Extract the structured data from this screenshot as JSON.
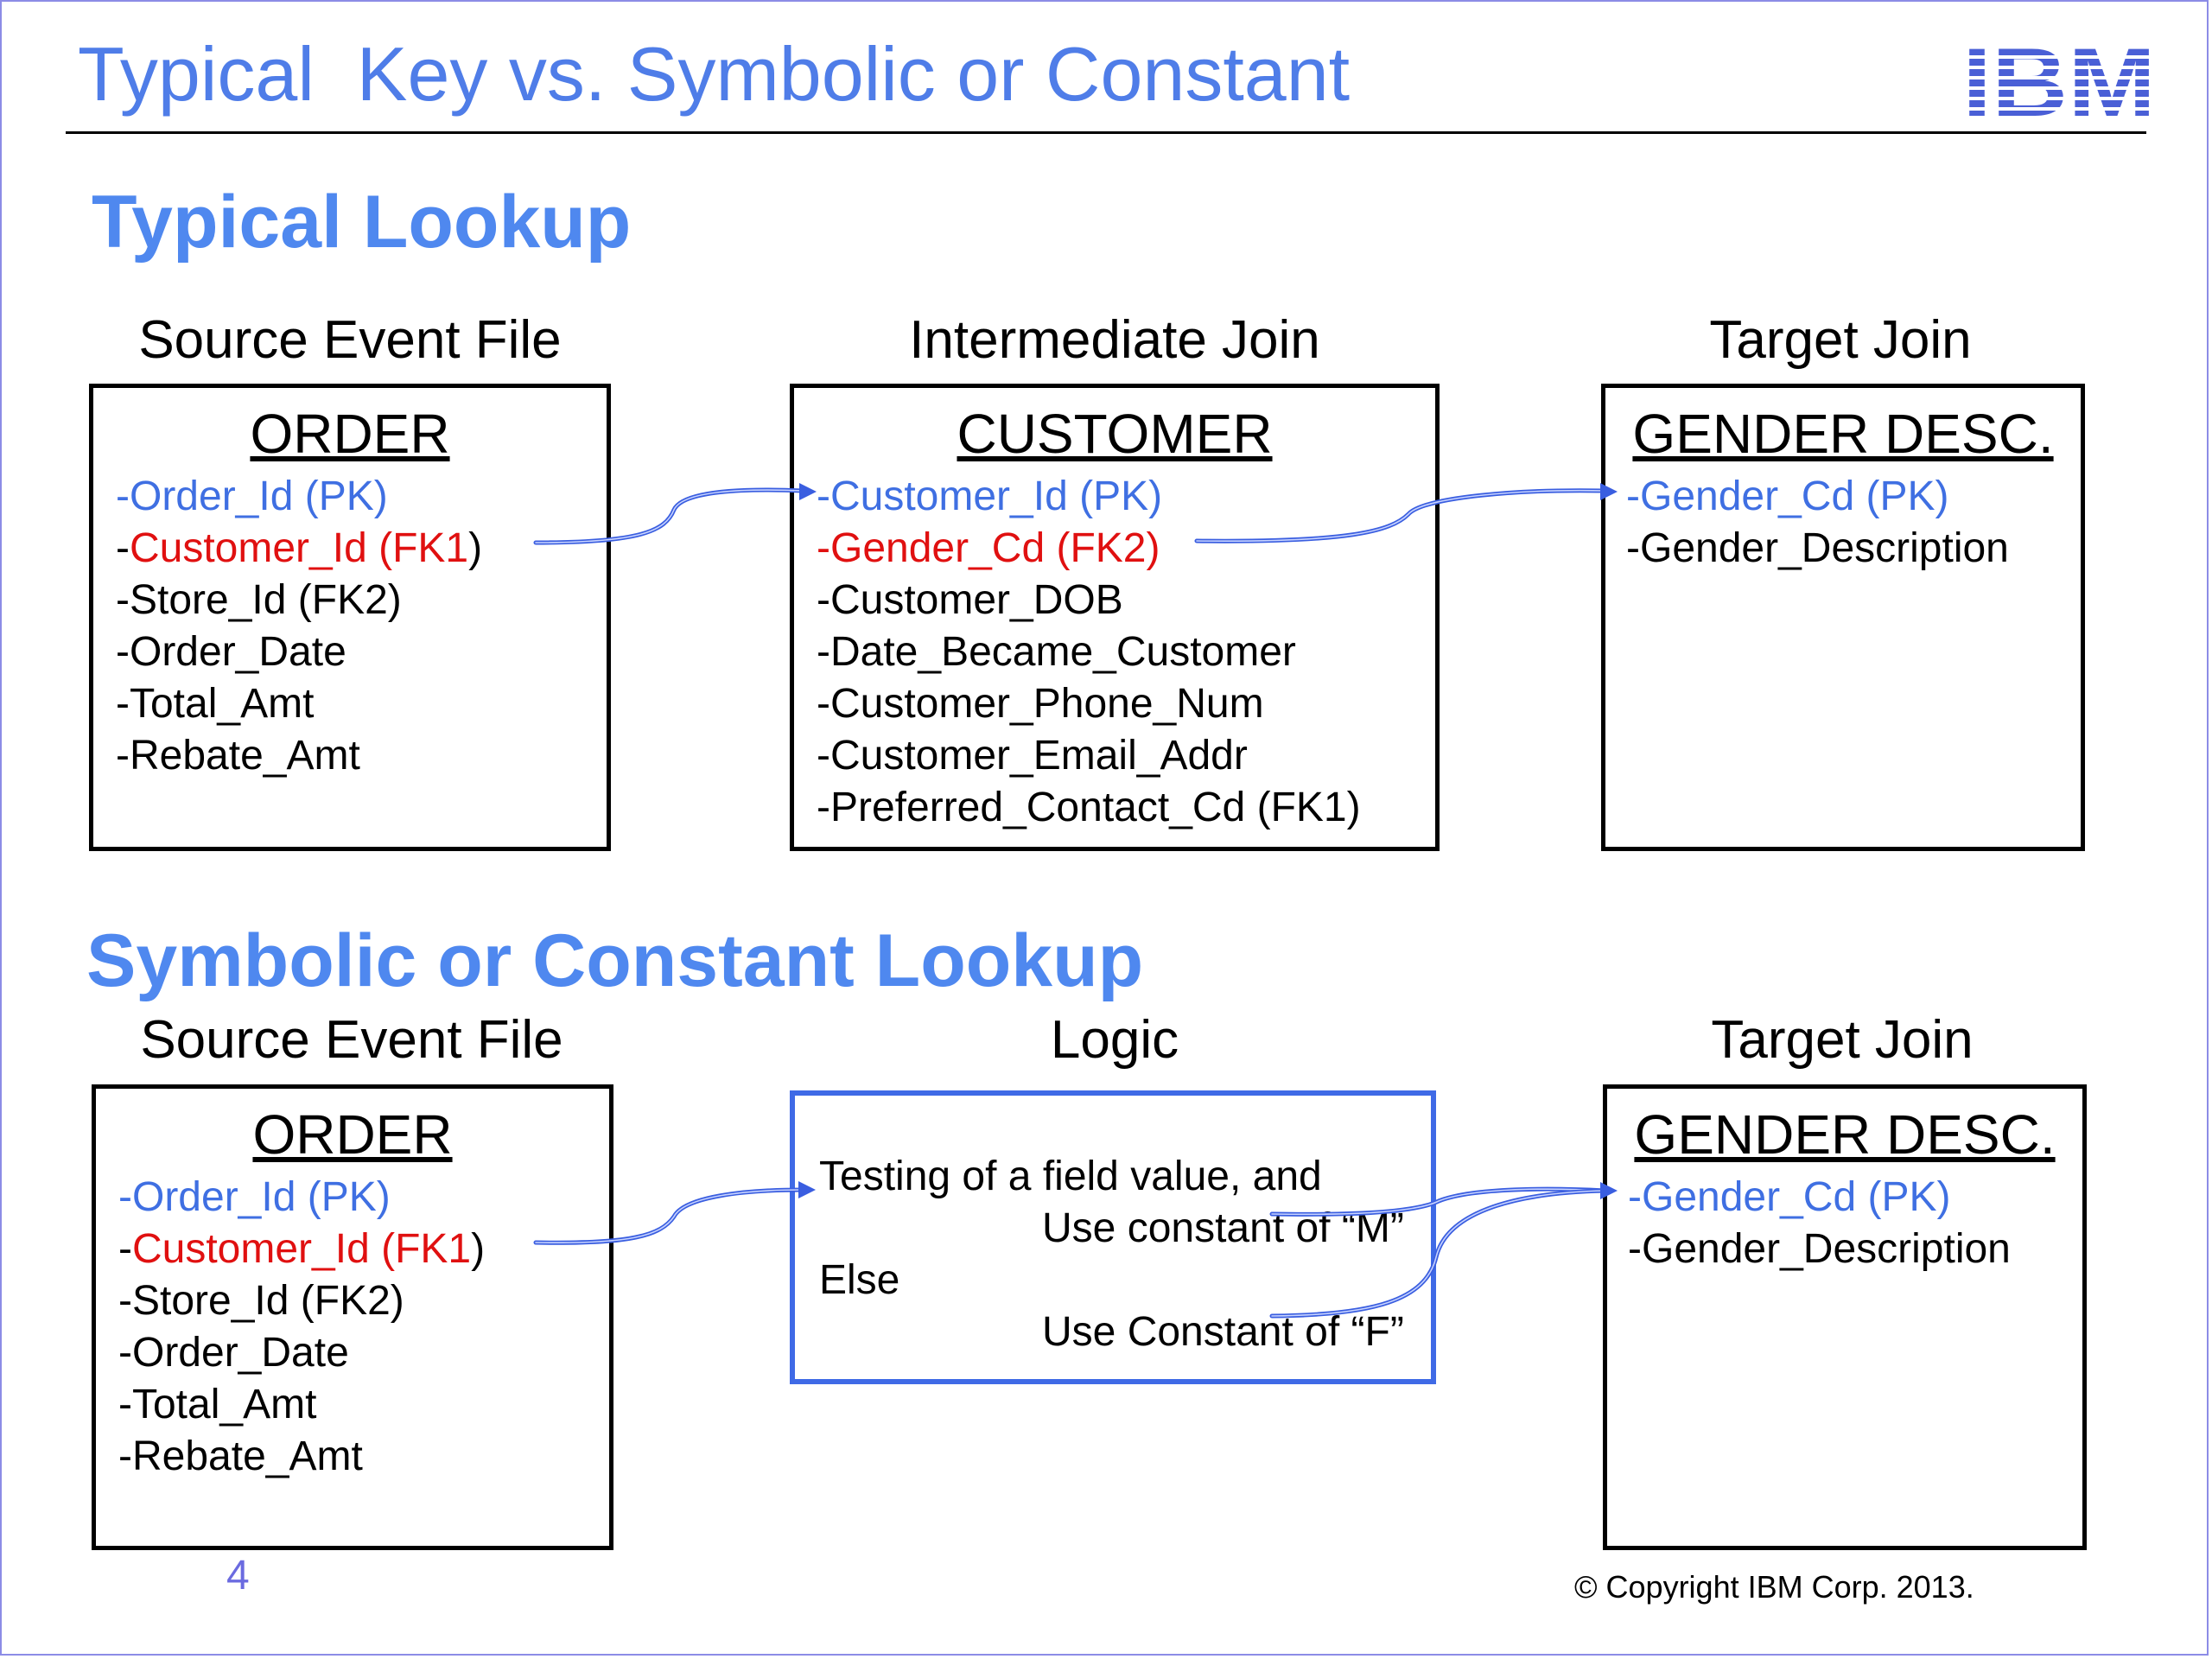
{
  "slide": {
    "title": "Typical  Key vs. Symbolic or Constant",
    "logo": "IBM",
    "page_number": "4",
    "copyright": "© Copyright IBM Corp. 2013."
  },
  "typical": {
    "heading": "Typical Lookup",
    "source_heading": "Source Event File",
    "intermediate_heading": "Intermediate Join",
    "target_heading": "Target Join",
    "order": {
      "title": "ORDER",
      "fields": [
        {
          "text": "-Order_Id (PK)",
          "role": "pk"
        },
        {
          "prefix": "-",
          "text": "Customer_Id (FK1",
          "suffix": ")",
          "role": "fk"
        },
        {
          "text": "-Store_Id (FK2)",
          "role": "plain"
        },
        {
          "text": "-Order_Date",
          "role": "plain"
        },
        {
          "text": "-Total_Amt",
          "role": "plain"
        },
        {
          "text": "-Rebate_Amt",
          "role": "plain"
        }
      ]
    },
    "customer": {
      "title": "CUSTOMER",
      "fields": [
        {
          "text": "-Customer_Id (PK)",
          "role": "pk"
        },
        {
          "text": "-Gender_Cd (FK2)",
          "role": "fk"
        },
        {
          "text": "-Customer_DOB",
          "role": "plain"
        },
        {
          "text": "-Date_Became_Customer",
          "role": "plain"
        },
        {
          "text": "-Customer_Phone_Num",
          "role": "plain"
        },
        {
          "text": "-Customer_Email_Addr",
          "role": "plain"
        },
        {
          "text": "-Preferred_Contact_Cd (FK1)",
          "role": "plain"
        }
      ]
    },
    "gender": {
      "title": "GENDER DESC.",
      "fields": [
        {
          "text": "-Gender_Cd (PK)",
          "role": "pk"
        },
        {
          "text": "-Gender_Description",
          "role": "plain"
        }
      ]
    }
  },
  "symbolic": {
    "heading": "Symbolic or Constant Lookup",
    "source_heading": "Source Event File",
    "logic_heading": "Logic",
    "target_heading": "Target Join",
    "order": {
      "title": "ORDER",
      "fields": [
        {
          "text": "-Order_Id (PK)",
          "role": "pk"
        },
        {
          "prefix": "-",
          "text": "Customer_Id (FK1",
          "suffix": ")",
          "role": "fk"
        },
        {
          "text": "-Store_Id (FK2)",
          "role": "plain"
        },
        {
          "text": "-Order_Date",
          "role": "plain"
        },
        {
          "text": "-Total_Amt",
          "role": "plain"
        },
        {
          "text": "-Rebate_Amt",
          "role": "plain"
        }
      ]
    },
    "logic": {
      "line1": "Testing of a field value, and",
      "line2": "Use constant of “M”",
      "line3": "Else",
      "line4": "Use Constant of “F”"
    },
    "gender": {
      "title": "GENDER DESC.",
      "fields": [
        {
          "text": "-Gender_Cd (PK)",
          "role": "pk"
        },
        {
          "text": "-Gender_Description",
          "role": "plain"
        }
      ]
    }
  },
  "colors": {
    "title_blue": "#4f7de8",
    "heading_blue": "#4f88ef",
    "pk_blue": "#3f6fe2",
    "fk_red": "#e01010",
    "connector_blue": "#3a5ee0"
  }
}
